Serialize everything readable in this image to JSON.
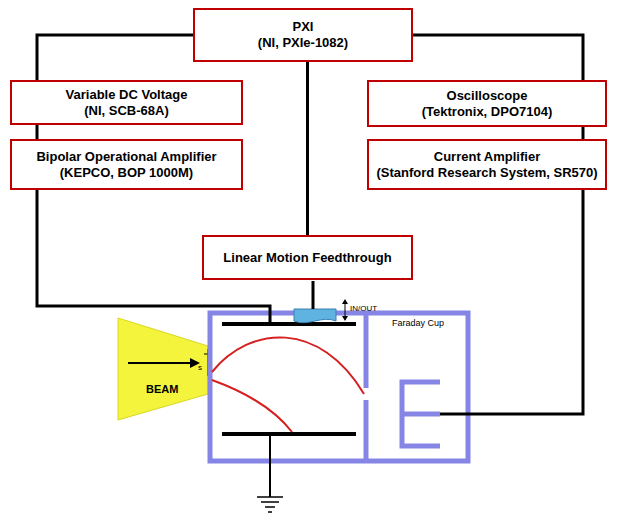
{
  "diagram": {
    "nodes": [
      {
        "text": [
          "PXI",
          "(NI, PXIe-1082)"
        ]
      },
      {
        "text": [
          "Variable DC Voltage",
          "(NI, SCB-68A)"
        ]
      },
      {
        "text": [
          "Oscilloscope",
          "(Tektronix, DPO7104)"
        ]
      },
      {
        "text": [
          "Bipolar Operational Amplifier",
          "(KEPCO, BOP 1000M)"
        ]
      },
      {
        "text": [
          "Current Amplifier",
          "(Stanford Research System, SR570)"
        ]
      },
      {
        "text": [
          "Linear Motion Feedthrough"
        ]
      }
    ],
    "edges": [
      {
        "from": 0,
        "to": 1,
        "arrow": "none"
      },
      {
        "from": 0,
        "to": 2,
        "arrow": "none"
      },
      {
        "from": 0,
        "to": 5,
        "arrow": "none"
      },
      {
        "from": 1,
        "to": 3,
        "arrow": "none"
      },
      {
        "from": 2,
        "to": 4,
        "arrow": "none"
      }
    ],
    "labels": [
      "BEAM",
      "Faraday Cup",
      "IN/OUT",
      "s"
    ]
  }
}
